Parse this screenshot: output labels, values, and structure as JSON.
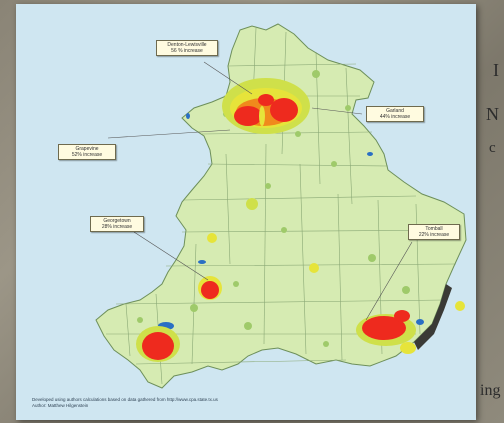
{
  "labels": [
    {
      "name": "Denton-Lewisville",
      "change": "56 % increase"
    },
    {
      "name": "Garland",
      "change": "44% increase"
    },
    {
      "name": "Grapevine",
      "change": "52% increase"
    },
    {
      "name": "Georgetown",
      "change": "28% increase"
    },
    {
      "name": "Tomball",
      "change": "22% increase"
    }
  ],
  "footer": {
    "line1": "Developed using authors calculations based on data gathered from http://www.cpa.state.tx.us",
    "line2": "Author: Matthew Hilgenstein"
  },
  "edge_text": [
    "I",
    "N",
    "c",
    "ing"
  ],
  "colors": {
    "water": "#cfe6f1",
    "region": "#d6ebb2",
    "hotspot_red": "#ee2a1e",
    "hotspot_orange": "#f08a1c",
    "hotspot_yellow": "#e6e43a"
  }
}
